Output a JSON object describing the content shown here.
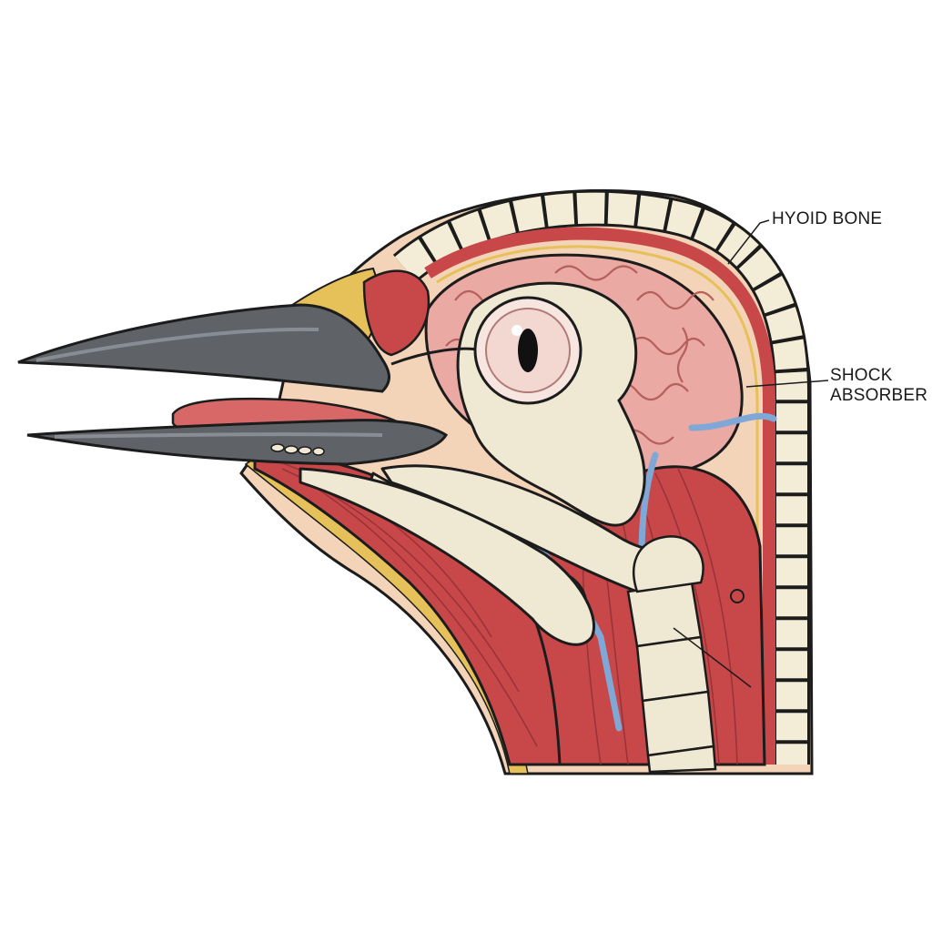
{
  "labels": {
    "hyoid_bone": "HYOID BONE",
    "shock_absorber_line1": "SHOCK",
    "shock_absorber_line2": "ABSORBER"
  },
  "colors": {
    "outline": "#1c1c1c",
    "muscle": "#c8484a",
    "muscle_dark": "#a8353a",
    "bone": "#efe8d2",
    "brain": "#eaa9a3",
    "beak": "#5f6368",
    "fat_yellow": "#e6c15a",
    "vessel_blue": "#7fa8d6",
    "tongue": "#d86868"
  }
}
